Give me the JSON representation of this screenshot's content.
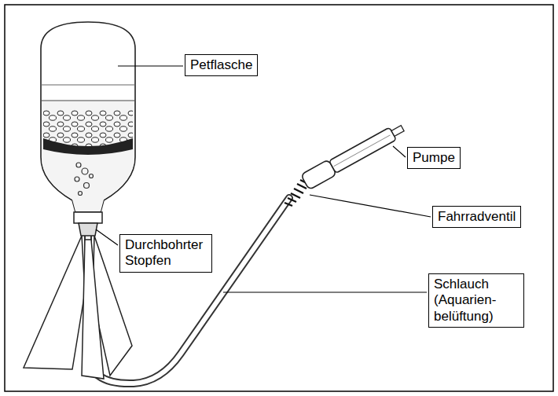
{
  "diagram": {
    "nodes": [
      {
        "text": [
          "Petflasche"
        ]
      },
      {
        "text": [
          "Pumpe"
        ]
      },
      {
        "text": [
          "Fahrradventil"
        ]
      },
      {
        "text": [
          "Durchbohrter Stopfen"
        ]
      },
      {
        "text": [
          "Schlauch (Aquarien- belüftung)"
        ]
      }
    ]
  }
}
